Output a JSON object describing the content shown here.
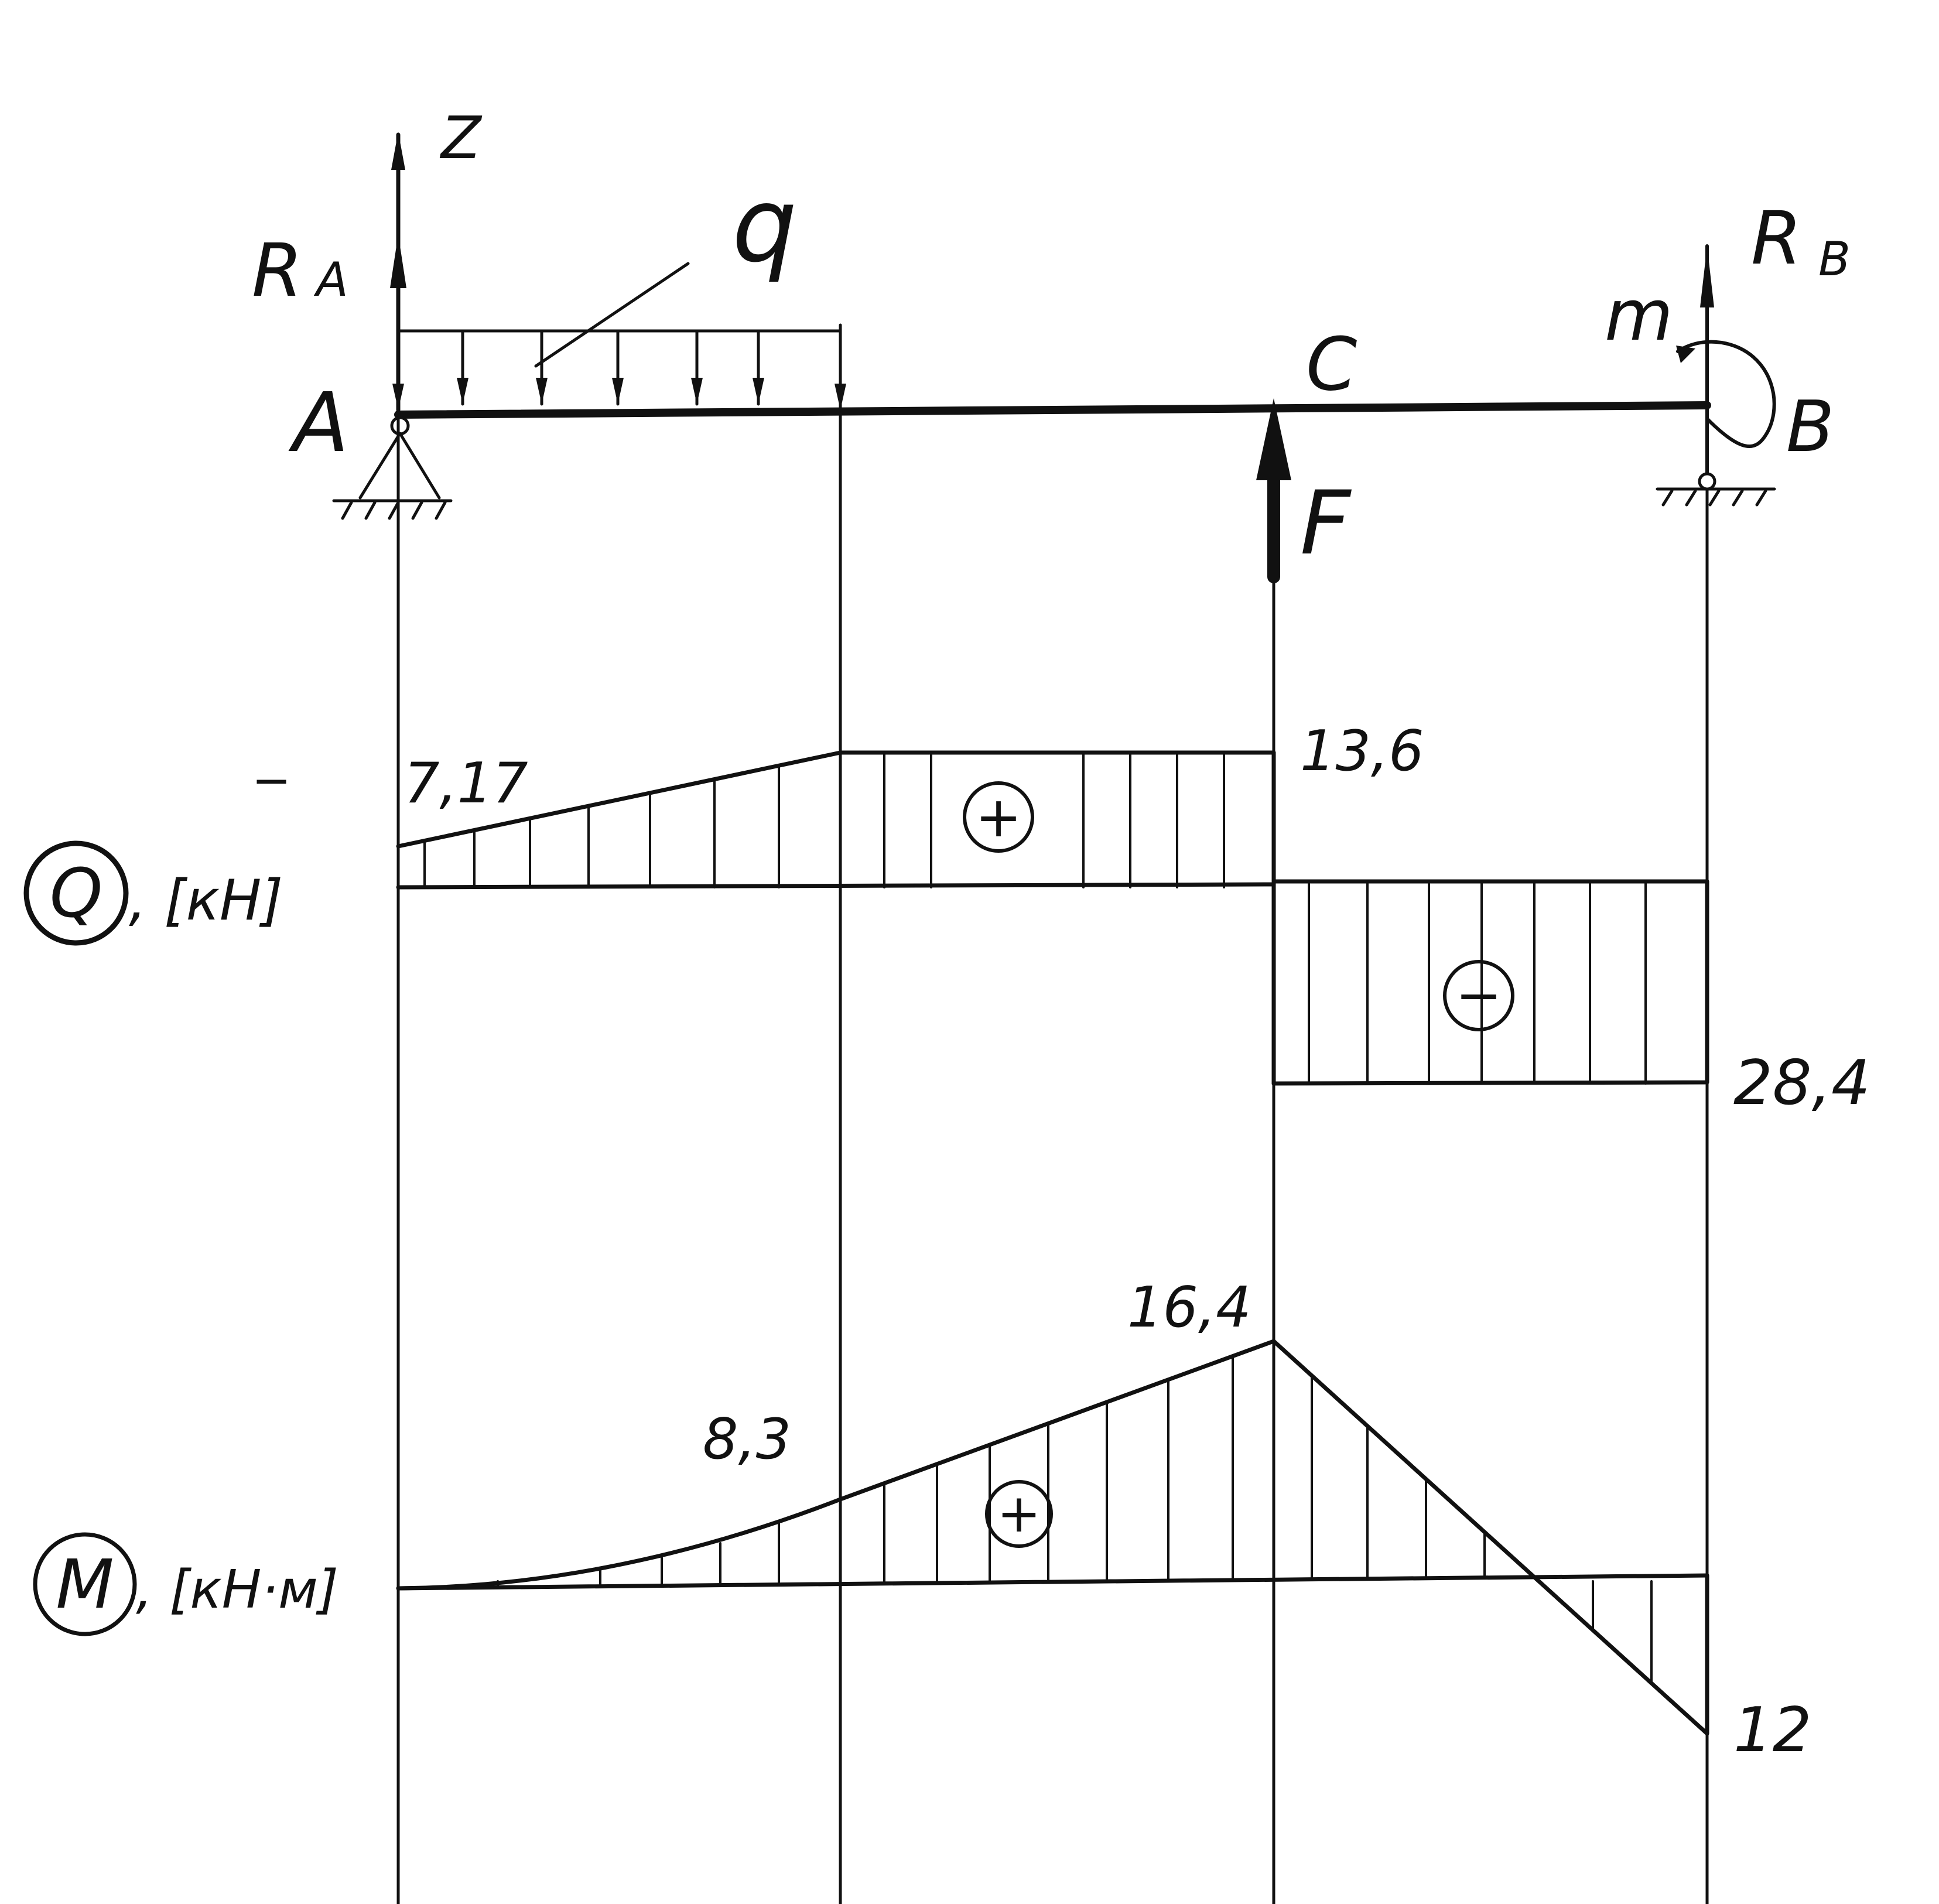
{
  "labels": {
    "axis_z": "Z",
    "load_q": "q",
    "reaction_a": "R",
    "reaction_a_sub": "A",
    "reaction_b": "R",
    "reaction_b_sub": "B",
    "moment_m": "m",
    "point_a": "A",
    "point_b": "B",
    "point_c": "C",
    "force_f": "F"
  },
  "shear": {
    "symbol": "Q",
    "units": ", [кН]",
    "value_left": "7,17",
    "value_peak": "13,6",
    "value_right": "28,4",
    "sign_pos": "+",
    "sign_neg": "−",
    "dash_mark": "−"
  },
  "moment": {
    "symbol": "M",
    "units": ", [кН·м]",
    "value_mid": "8,3",
    "value_peak": "16,4",
    "value_end": "12",
    "sign_pos": "+"
  },
  "diagram_values": {
    "shear": {
      "at_A": 7.17,
      "at_load_end": 13.6,
      "at_C_left": 13.6,
      "at_C_right": -28.4,
      "at_B": -28.4
    },
    "moment": {
      "at_A": 0,
      "at_load_end": 8.3,
      "at_C": 16.4,
      "at_B": -12
    }
  },
  "colors": {
    "ink": "#111111",
    "paper": "#ffffff"
  }
}
